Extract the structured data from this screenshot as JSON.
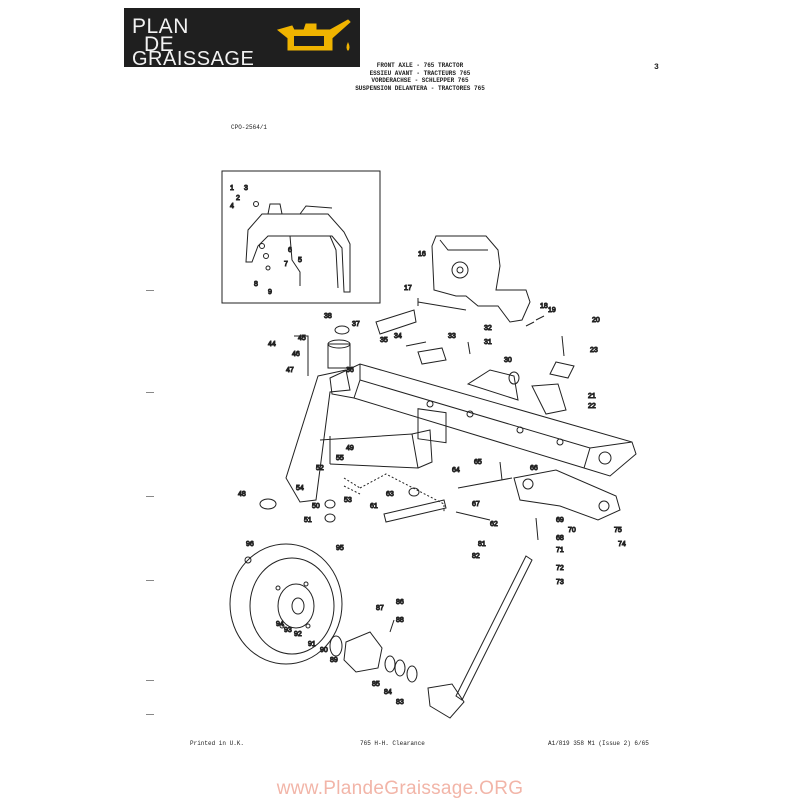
{
  "logo": {
    "line1": "PLAN",
    "line2": "DE",
    "line3": "GRAISSAGE",
    "icon": "oil-can-icon",
    "bg_color": "#1f1f1f",
    "accent_color": "#f0b400"
  },
  "header": {
    "lines": [
      "FRONT AXLE - 765 TRACTOR",
      "ESSIEU AVANT - TRACTEURS 765",
      "VORDERACHSE - SCHLEPPER 765",
      "SUSPENSION DELANTERA - TRACTORES 765"
    ],
    "page_number": "3",
    "reference": "CPO-2564/1"
  },
  "footer": {
    "left": "Printed in U.K.",
    "center": "765 H-H. Clearance",
    "right": "A1/819 358 M1 (Issue 2) 6/65"
  },
  "watermark": "www.PlandeGraissage.ORG",
  "part_labels": [
    "1",
    "2",
    "3",
    "4",
    "5",
    "6",
    "7",
    "8",
    "9",
    "16",
    "17",
    "18",
    "19",
    "20",
    "21",
    "22",
    "23",
    "30",
    "31",
    "32",
    "33",
    "34",
    "35",
    "36",
    "37",
    "38",
    "44",
    "45",
    "46",
    "47",
    "48",
    "49",
    "50",
    "51",
    "52",
    "53",
    "54",
    "55",
    "61",
    "62",
    "63",
    "64",
    "65",
    "66",
    "67",
    "68",
    "69",
    "70",
    "71",
    "72",
    "73",
    "74",
    "75",
    "81",
    "82",
    "83",
    "84",
    "85",
    "86",
    "87",
    "88",
    "89",
    "90",
    "91",
    "92",
    "93",
    "94",
    "95",
    "96"
  ]
}
